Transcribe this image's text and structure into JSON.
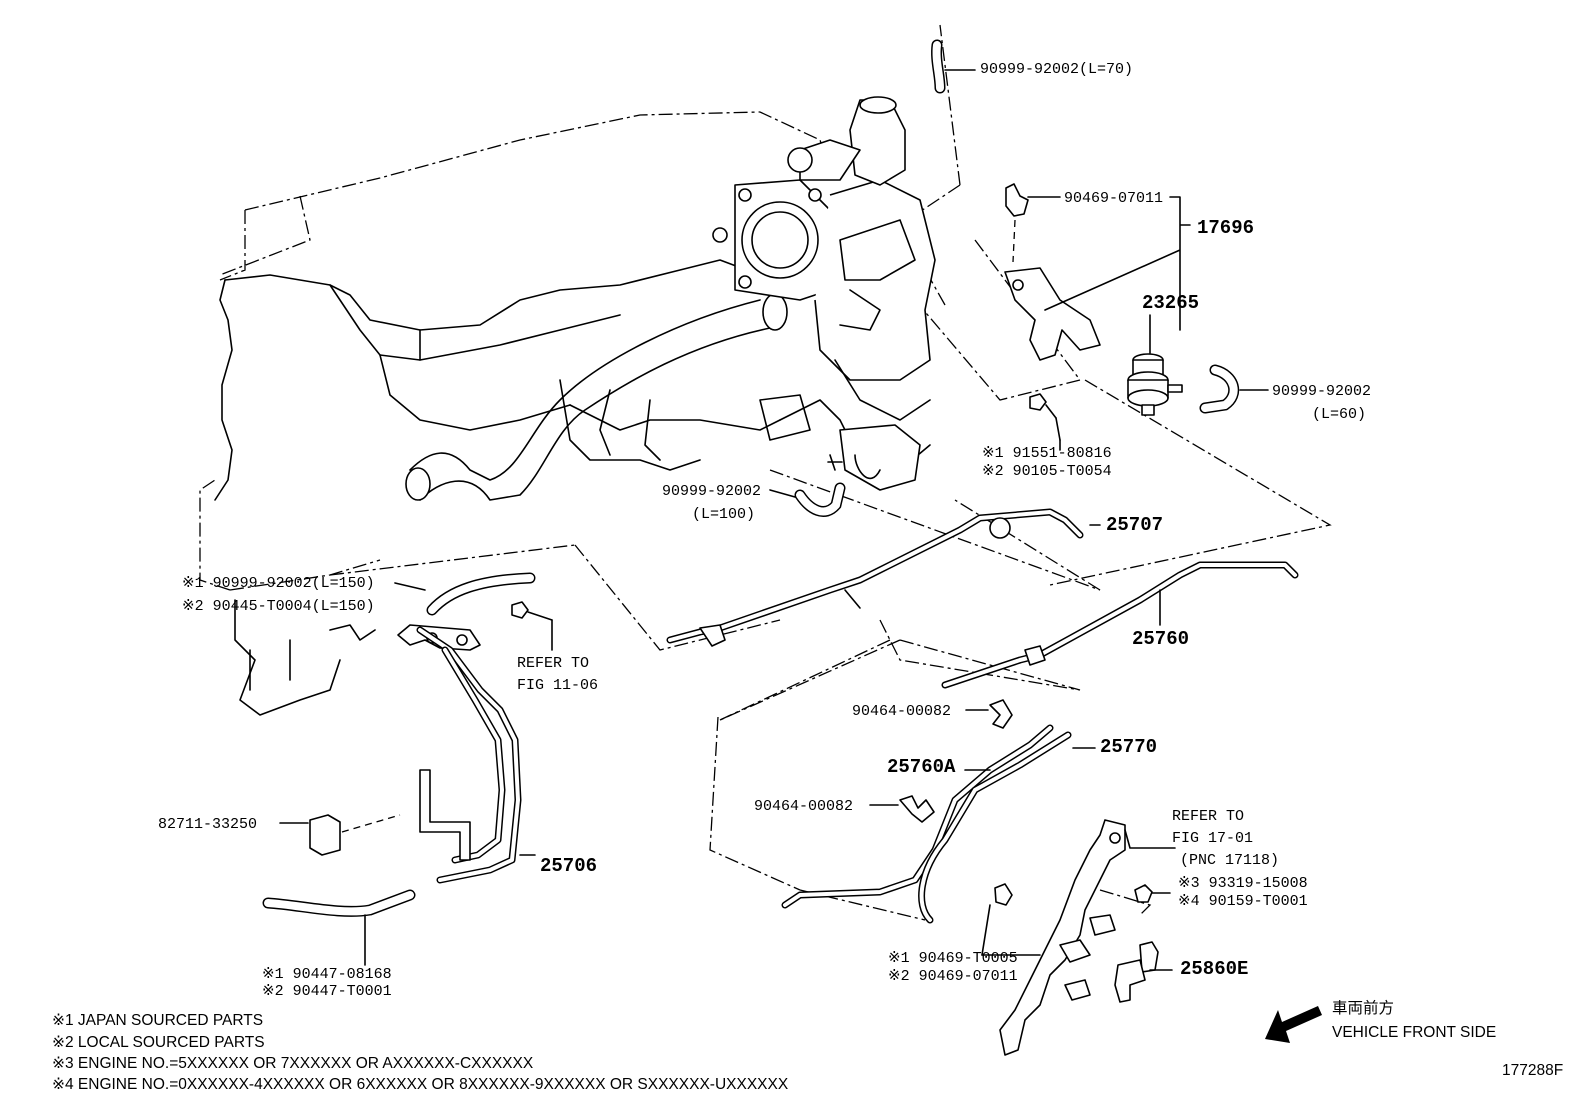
{
  "callouts": {
    "hose_top": "90999-92002(L=70)",
    "clip_upper": "90469-07011",
    "assy_17696": "17696",
    "valve_23265": "23265",
    "hose_right": "90999-92002",
    "hose_right_len": "(L=60)",
    "bolt_1": "※1 91551-80816",
    "bolt_2": "※2 90105-T0054",
    "hose_mid": "90999-92002",
    "hose_mid_len": "(L=100)",
    "pipe_25707": "25707",
    "pipe_25760": "25760",
    "hose_left_1": "※1 90999-92002(L=150)",
    "hose_left_2": "※2 90445-T0004(L=150)",
    "refer_1106_a": "REFER TO",
    "refer_1106_b": "FIG 11-06",
    "clamp_a": "90464-00082",
    "pipe_25770": "25770",
    "pipe_25760a": "25760A",
    "clamp_b": "90464-00082",
    "clamp_82711": "82711-33250",
    "pipe_25706": "25706",
    "refer_1701_a": "REFER TO",
    "refer_1701_b": "FIG 17-01",
    "refer_1701_c": "(PNC 17118)",
    "bolt_3": "※3 93319-15008",
    "bolt_4": "※4 90159-T0001",
    "hose_low_1": "※1 90447-08168",
    "hose_low_2": "※2 90447-T0001",
    "clip_low_1": "※1 90469-T0005",
    "clip_low_2": "※2 90469-07011",
    "sensor_25860e": "25860E"
  },
  "notes": [
    "※1 JAPAN SOURCED PARTS",
    "※2 LOCAL SOURCED PARTS",
    "※3 ENGINE NO.=5XXXXXX OR 7XXXXXX OR AXXXXXX-CXXXXXX",
    "※4 ENGINE NO.=0XXXXXX-4XXXXXX OR 6XXXXXX OR 8XXXXXX-9XXXXXX OR SXXXXXX-UXXXXXX"
  ],
  "direction": {
    "ja": "車両前方",
    "en": "VEHICLE FRONT SIDE",
    "icon": "arrow-down-left-icon"
  },
  "figure_id": "177288F"
}
